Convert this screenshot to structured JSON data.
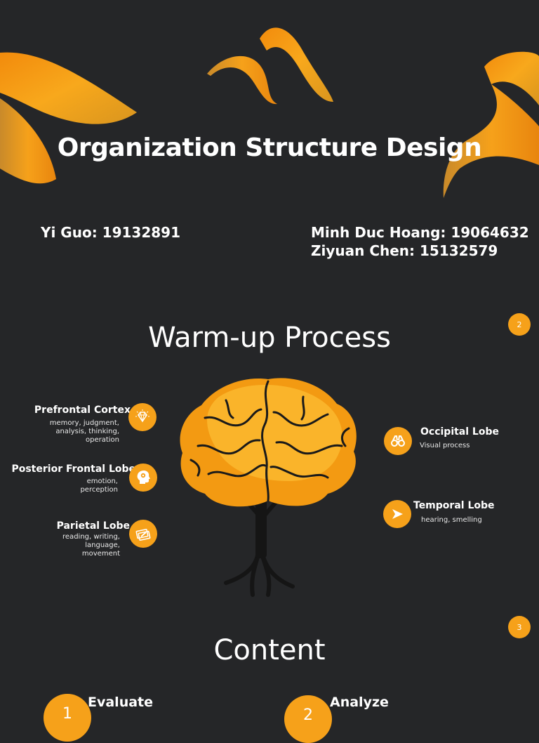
{
  "slide1": {
    "title": "Organization Structure Design",
    "authors_left": [
      "Yi Guo: 19132891"
    ],
    "authors_right": [
      "Minh Duc Hoang: 19064632",
      "Ziyuan Chen: 15132579"
    ]
  },
  "slide2": {
    "page_number": "2",
    "heading": "Warm-up Process",
    "lobes_left": [
      {
        "title": "Prefrontal Cortex",
        "desc": [
          "memory, judgment,",
          "analysis, thinking,",
          "operation"
        ],
        "icon": "diamond-icon"
      },
      {
        "title": "Posterior Frontal Lobe",
        "desc": [
          "emotion,",
          "perception"
        ],
        "icon": "head-mind-icon"
      },
      {
        "title": "Parietal Lobe",
        "desc": [
          "reading, writing,",
          "language,",
          "movement"
        ],
        "icon": "paint-tickets-icon"
      }
    ],
    "lobes_right": [
      {
        "title": "Occipital Lobe",
        "desc": [
          "Visual process"
        ],
        "icon": "binoculars-icon"
      },
      {
        "title": "Temporal Lobe",
        "desc": [
          "hearing, smelling"
        ],
        "icon": "play-arrow-icon"
      }
    ]
  },
  "slide3": {
    "page_number": "3",
    "heading": "Content",
    "items": [
      {
        "number": "1",
        "label": "Evaluate"
      },
      {
        "number": "2",
        "label": "Analyze"
      }
    ]
  },
  "colors": {
    "background": "#252628",
    "accent": "#f6a11a",
    "ribbon_dark": "#e07c10"
  }
}
